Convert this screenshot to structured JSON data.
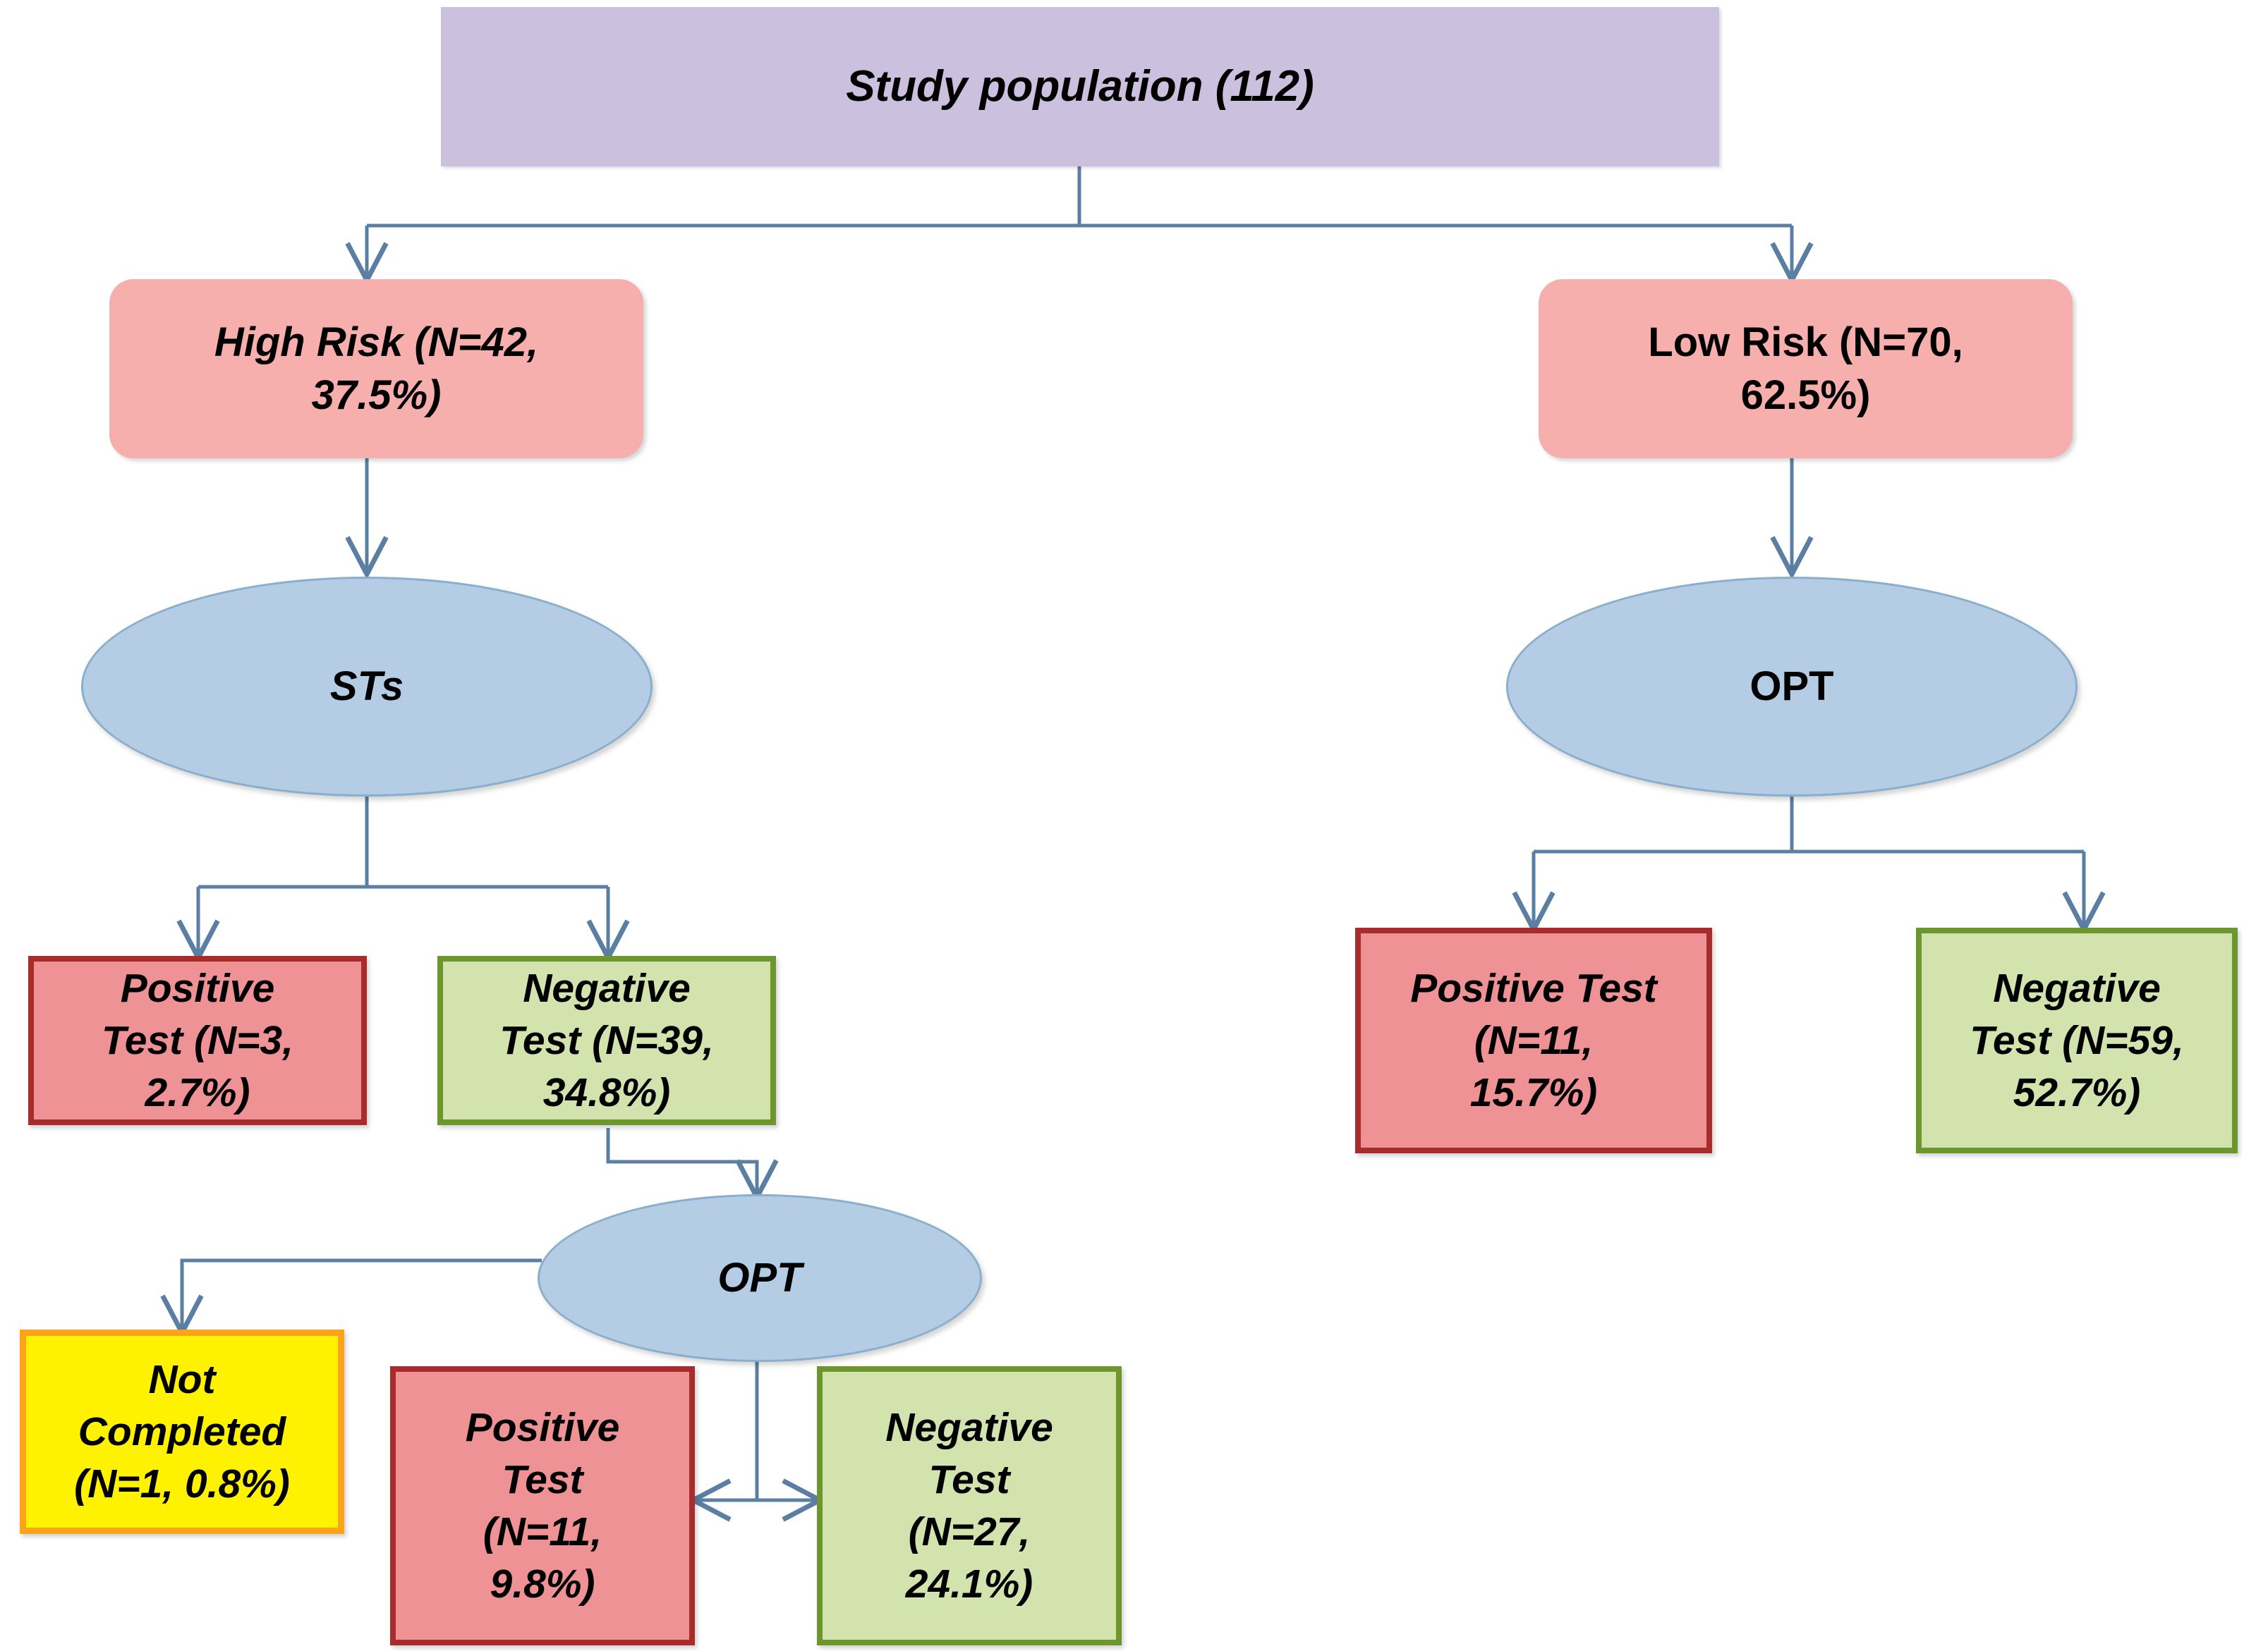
{
  "diagram": {
    "title": "Study population flowchart",
    "colors": {
      "root_fill": "#CCC0DF",
      "risk_fill": "#F7AFAE",
      "ellipse_fill": "#B4CDE4",
      "ellipse_stroke": "#8AAECE",
      "positive_fill": "#EF9296",
      "positive_stroke": "#A72D2C",
      "negative_fill": "#D2E3AE",
      "negative_stroke": "#6E962E",
      "notcompleted_fill": "#FFF200",
      "notcompleted_stroke": "#FAA31B",
      "connector_stroke": "#5B7FA3",
      "background": "#FFFFFF"
    },
    "nodes": {
      "study_population": {
        "label": "Study population (112)",
        "n": 112
      },
      "high_risk": {
        "label": "High Risk (N=42,\n37.5%)",
        "n": 42,
        "percent": 37.5
      },
      "low_risk": {
        "label": "Low Risk (N=70,\n62.5%)",
        "n": 70,
        "percent": 62.5
      },
      "sts": {
        "label": "STs"
      },
      "opt_right": {
        "label": "OPT"
      },
      "opt_bottom": {
        "label": "OPT"
      },
      "sts_positive": {
        "label": "Positive\nTest (N=3,\n2.7%)",
        "n": 3,
        "percent": 2.7
      },
      "sts_negative": {
        "label": "Negative\nTest (N=39,\n34.8%)",
        "n": 39,
        "percent": 34.8
      },
      "opt_right_positive": {
        "label": "Positive Test\n(N=11,\n15.7%)",
        "n": 11,
        "percent": 15.7
      },
      "opt_right_negative": {
        "label": "Negative\nTest (N=59,\n52.7%)",
        "n": 59,
        "percent": 52.7
      },
      "opt_bottom_notcompleted": {
        "label": "Not\nCompleted\n(N=1, 0.8%)",
        "n": 1,
        "percent": 0.8
      },
      "opt_bottom_positive": {
        "label": "Positive\nTest\n(N=11,\n9.8%)",
        "n": 11,
        "percent": 9.8
      },
      "opt_bottom_negative": {
        "label": "Negative\nTest\n(N=27,\n24.1%)",
        "n": 27,
        "percent": 24.1
      }
    },
    "edges": [
      {
        "from": "study_population",
        "to": "high_risk"
      },
      {
        "from": "study_population",
        "to": "low_risk"
      },
      {
        "from": "high_risk",
        "to": "sts"
      },
      {
        "from": "low_risk",
        "to": "opt_right"
      },
      {
        "from": "sts",
        "to": "sts_positive"
      },
      {
        "from": "sts",
        "to": "sts_negative"
      },
      {
        "from": "opt_right",
        "to": "opt_right_positive"
      },
      {
        "from": "opt_right",
        "to": "opt_right_negative"
      },
      {
        "from": "sts_negative",
        "to": "opt_bottom"
      },
      {
        "from": "opt_bottom",
        "to": "opt_bottom_notcompleted"
      },
      {
        "from": "opt_bottom",
        "to": "opt_bottom_positive"
      },
      {
        "from": "opt_bottom",
        "to": "opt_bottom_negative"
      }
    ]
  }
}
